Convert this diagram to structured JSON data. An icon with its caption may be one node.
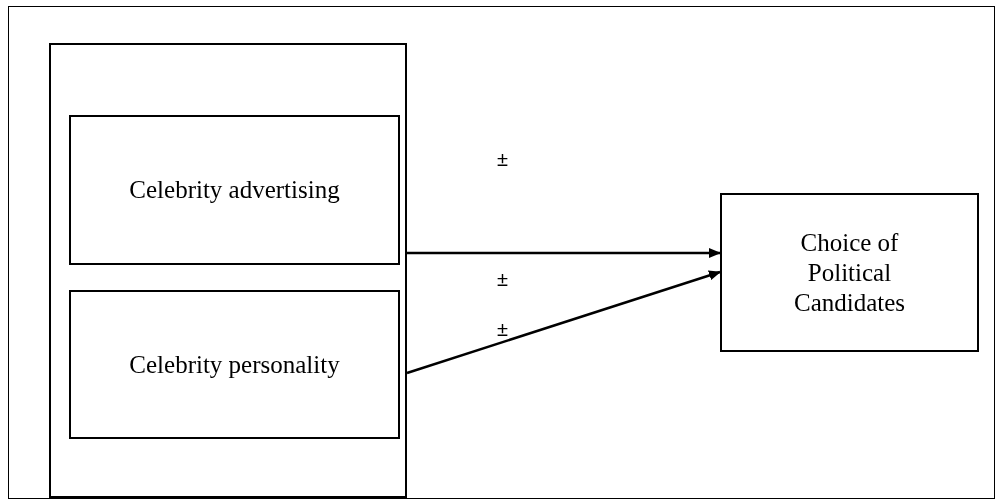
{
  "diagram": {
    "nodes": [
      {
        "text": [],
        "shape": "box"
      },
      {
        "text": [
          "Celebrity advertising"
        ],
        "in": 0
      },
      {
        "text": [
          "Celebrity personality"
        ],
        "in": 0
      },
      {
        "text": [
          "Choice of Political Candidates"
        ]
      }
    ],
    "edges": [
      {
        "from": 0,
        "to": 3,
        "arrow": "to"
      },
      {
        "from": 0,
        "to": 3,
        "arrow": "to"
      }
    ],
    "labels": [
      "±",
      "±",
      "±"
    ]
  }
}
